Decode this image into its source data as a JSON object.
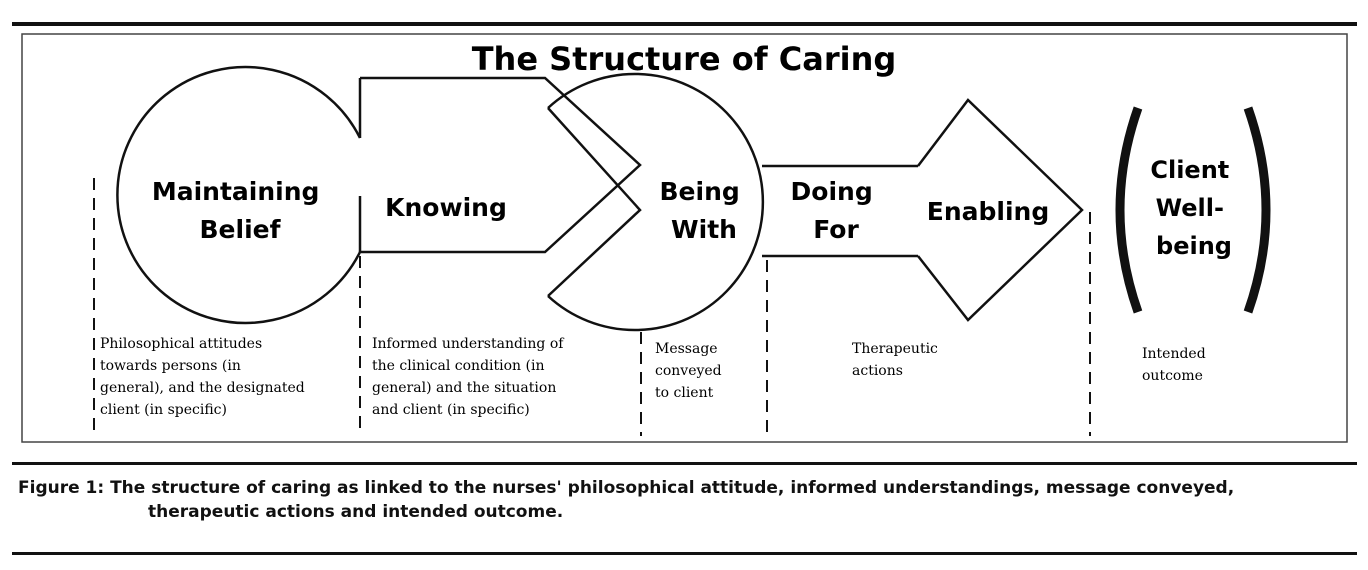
{
  "title": "The Structure of Caring",
  "shapes": {
    "maintaining_belief": [
      "Maintaining",
      "Belief"
    ],
    "knowing": [
      "Knowing"
    ],
    "being_with": [
      "Being",
      "With"
    ],
    "doing_for": [
      "Doing",
      "For"
    ],
    "enabling": [
      "Enabling"
    ],
    "client_wellbeing": [
      "Client",
      "Well-",
      "being"
    ]
  },
  "descriptions": {
    "philosophical": [
      "Philosophical attitudes",
      "towards persons (in",
      "general), and the designated",
      "client (in specific)"
    ],
    "informed": [
      "Informed understanding of",
      "the clinical condition (in",
      "general) and the situation",
      "and client (in specific)"
    ],
    "message": [
      "Message",
      "conveyed",
      "to client"
    ],
    "therapeutic": [
      "Therapeutic",
      "actions"
    ],
    "intended": [
      "Intended",
      "outcome"
    ]
  },
  "caption": {
    "line1": "Figure 1: The structure of caring as linked to the nurses' philosophical attitude, informed understandings, message conveyed,",
    "line2": "therapeutic actions and intended outcome."
  }
}
